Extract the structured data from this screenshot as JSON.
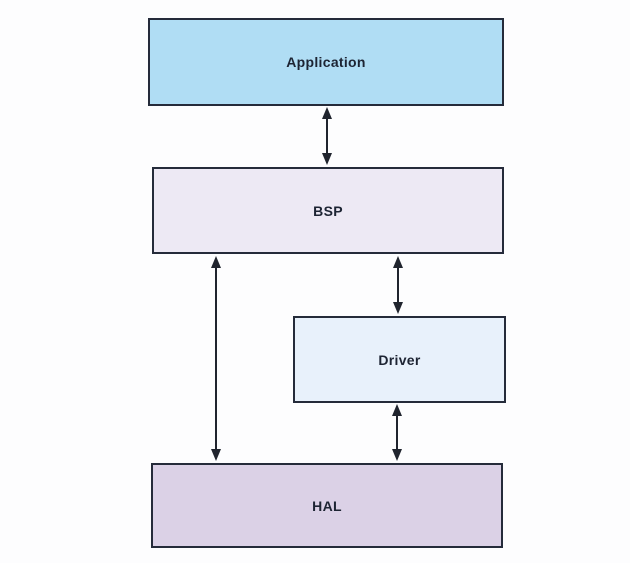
{
  "diagram": {
    "boxes": [
      {
        "id": "application",
        "label": "Application",
        "fill": "#b0ddf4"
      },
      {
        "id": "bsp",
        "label": "BSP",
        "fill": "#ede9f4"
      },
      {
        "id": "driver",
        "label": "Driver",
        "fill": "#e8f1fb"
      },
      {
        "id": "hal",
        "label": "HAL",
        "fill": "#dbd1e6"
      }
    ],
    "connections": [
      {
        "from": "Application",
        "to": "BSP",
        "style": "double-headed-arrow"
      },
      {
        "from": "BSP",
        "to": "HAL",
        "style": "double-headed-arrow"
      },
      {
        "from": "BSP",
        "to": "Driver",
        "style": "double-headed-arrow"
      },
      {
        "from": "Driver",
        "to": "HAL",
        "style": "double-headed-arrow"
      }
    ],
    "colors": {
      "box_border": "#252b3a",
      "arrow": "#20242e",
      "label_text": "#1d2433",
      "background": "#fdfdfe"
    }
  }
}
